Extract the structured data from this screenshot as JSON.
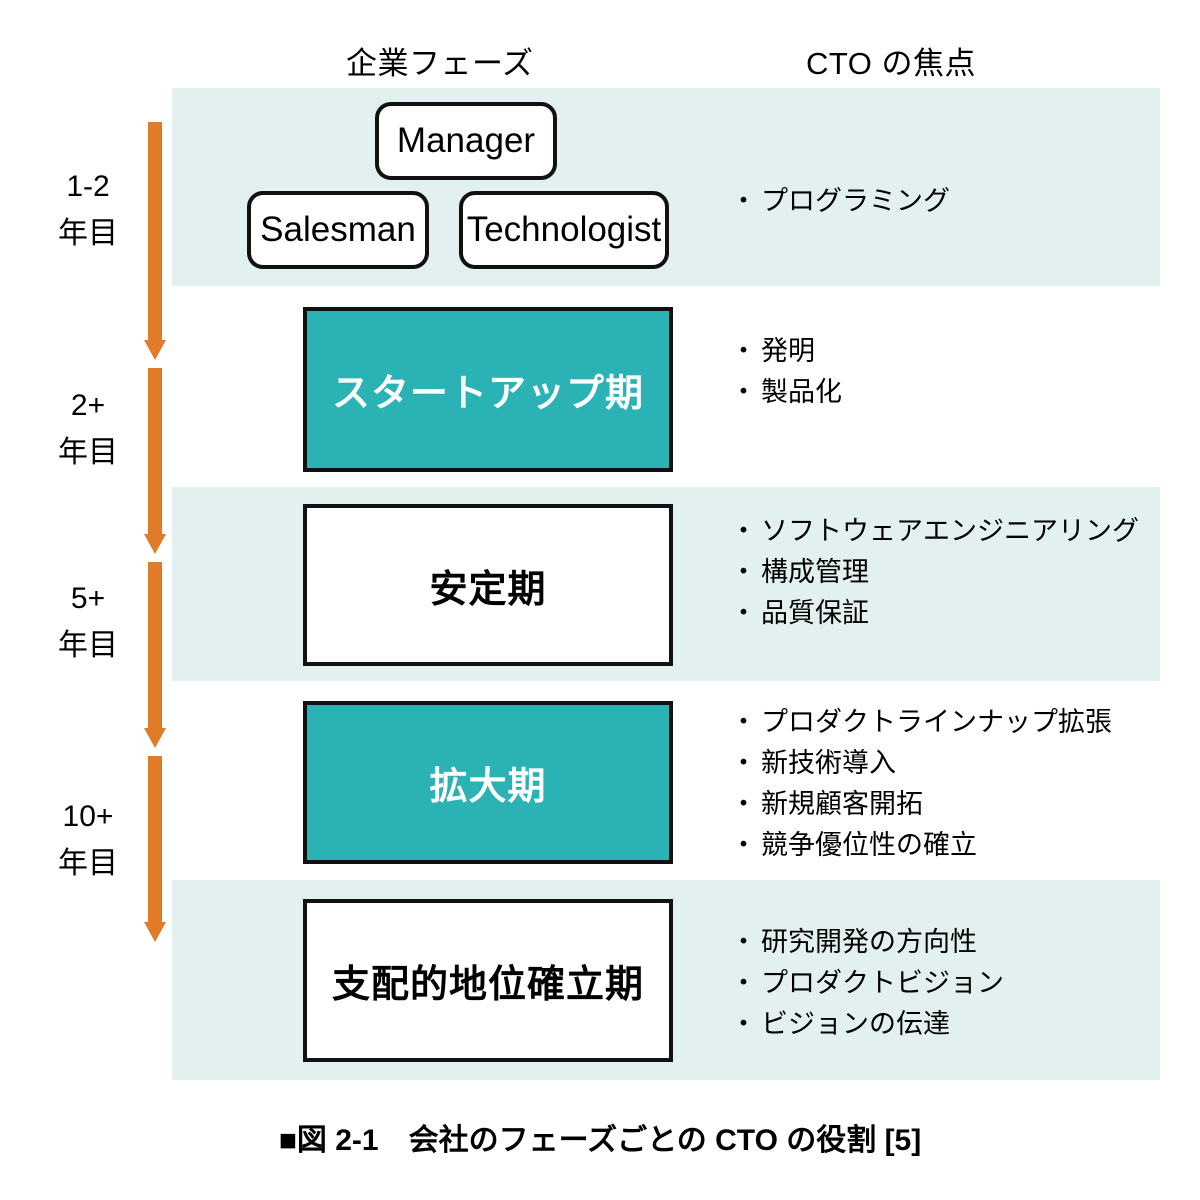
{
  "headers": {
    "phase_column": "企業フェーズ",
    "focus_column": "CTO の焦点"
  },
  "colors": {
    "band": "#e3f0f0",
    "teal": "#2bb2b5",
    "arrow_orange": "#e07b2a",
    "box_border": "#111111",
    "text": "#000000"
  },
  "timeline": {
    "years": [
      {
        "num": "1-2",
        "unit": "年目"
      },
      {
        "num": "2+",
        "unit": "年目"
      },
      {
        "num": "5+",
        "unit": "年目"
      },
      {
        "num": "10+",
        "unit": "年目"
      }
    ],
    "arrow_count": 4
  },
  "roles": [
    {
      "label": "Manager"
    },
    {
      "label": "Salesman"
    },
    {
      "label": "Technologist"
    }
  ],
  "phases": [
    {
      "label": "スタートアップ期",
      "style": "filled"
    },
    {
      "label": "安定期",
      "style": "plain"
    },
    {
      "label": "拡大期",
      "style": "filled"
    },
    {
      "label": "支配的地位確立期",
      "style": "plain"
    }
  ],
  "focus_groups": [
    {
      "bullet": "・",
      "items": [
        "プログラミング"
      ]
    },
    {
      "bullet": "・",
      "items": [
        "発明",
        "製品化"
      ]
    },
    {
      "bullet": "・",
      "items": [
        "ソフトウェアエンジニアリング",
        "構成管理",
        "品質保証"
      ]
    },
    {
      "bullet": "・",
      "items": [
        "プロダクトラインナップ拡張",
        "新技術導入",
        "新規顧客開拓",
        "競争優位性の確立"
      ]
    },
    {
      "bullet": "・",
      "items": [
        "研究開発の方向性",
        "プロダクトビジョン",
        "ビジョンの伝達"
      ]
    }
  ],
  "caption": "■図 2-1　会社のフェーズごとの CTO の役割 [5]"
}
